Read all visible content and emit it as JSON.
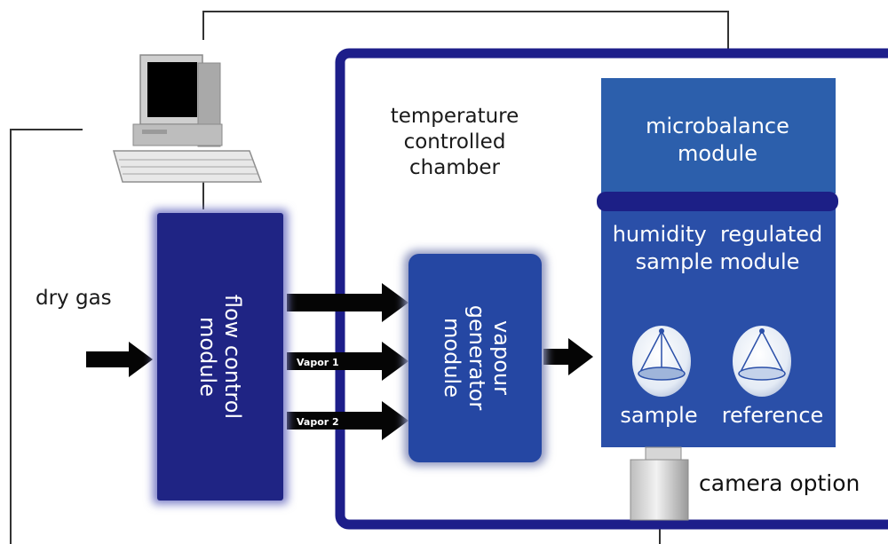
{
  "labels": {
    "chamber": [
      "temperature",
      "controlled",
      "chamber"
    ],
    "dry_gas": "dry gas",
    "flow_control": [
      "flow control",
      "module"
    ],
    "vapour_generator": [
      "vapour",
      "generator",
      "module"
    ],
    "microbalance": [
      "microbalance",
      "module"
    ],
    "humidity": [
      "humidity  regulated",
      "sample module"
    ],
    "sample": "sample",
    "reference": "reference",
    "camera": "camera option",
    "vapor1": "Vapor 1",
    "vapor2": "Vapor 2"
  },
  "icons": {
    "computer": "desktop-computer-icon",
    "camera": "camera-icon",
    "pan": "balance-pan-icon",
    "arrow": "right-arrow-icon"
  },
  "colors": {
    "chamber_border": "#1d1e8a",
    "flow_module": "#1f2484",
    "vapour_module": "#2547a3",
    "microbalance": "#2c5fac",
    "sample_module": "#2a4fa8",
    "divider_bar": "#1c1f86",
    "wire": "#333333",
    "arrow": "#050505"
  }
}
